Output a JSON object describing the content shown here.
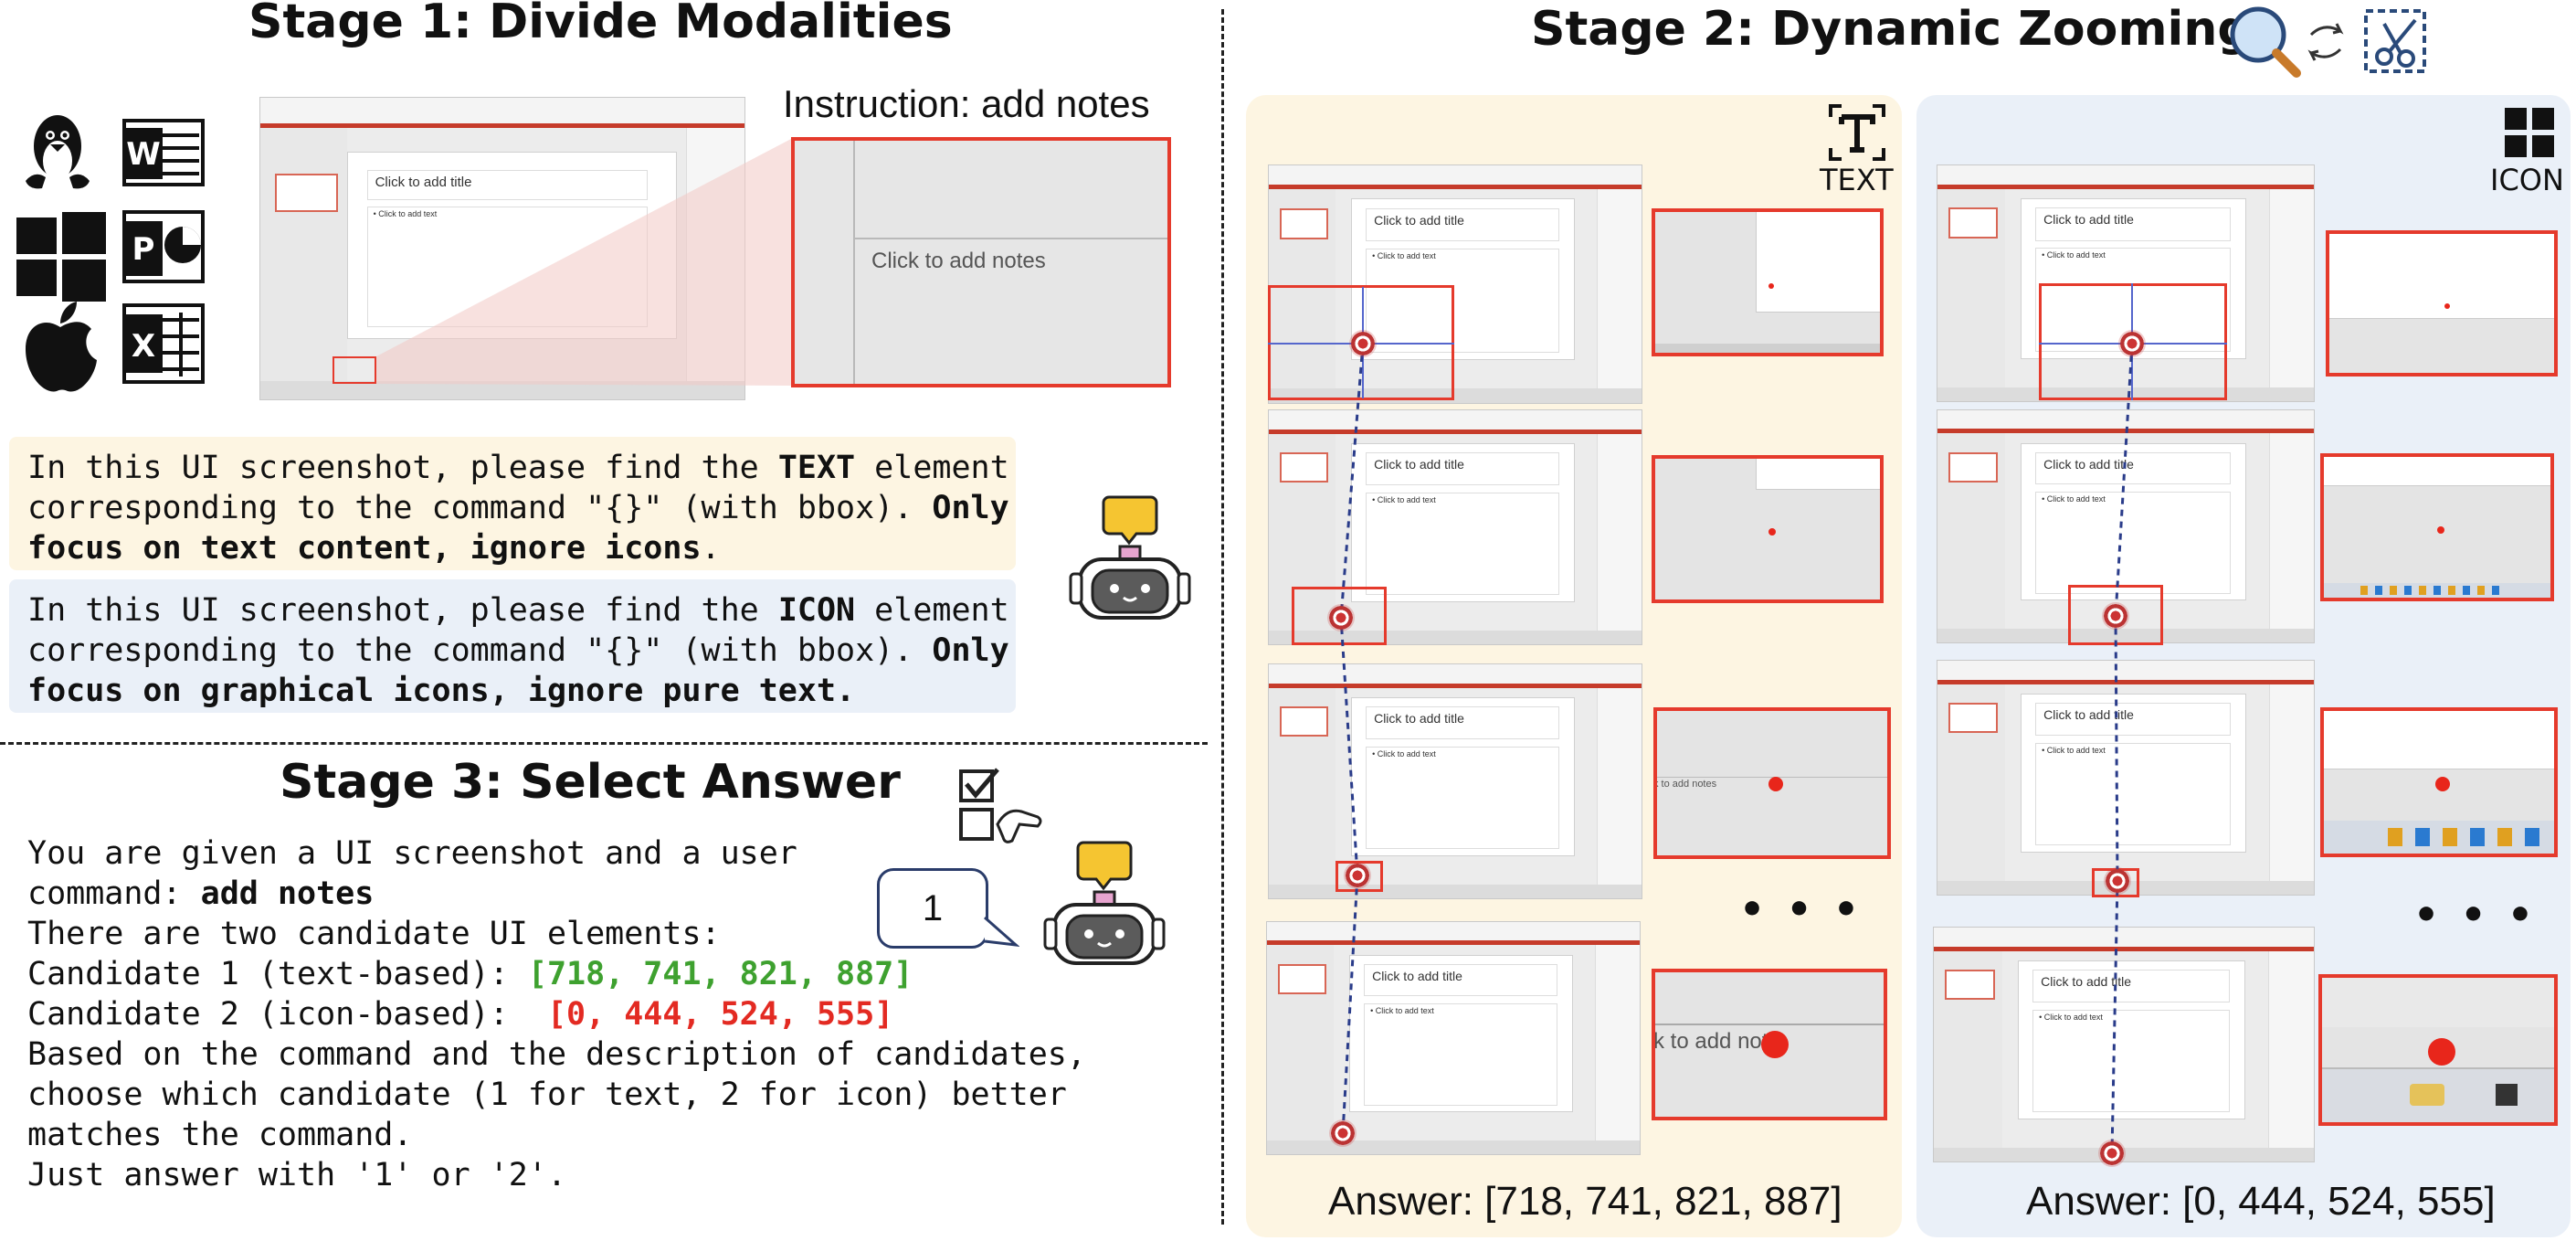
{
  "stage1": {
    "title": "Stage 1: Divide Modalities",
    "instruction": "Instruction: add notes",
    "crop_text": "Click to add notes",
    "slide_title": "Click to add title",
    "slide_body": "• Click to add text",
    "icons": [
      "linux-icon",
      "word-icon",
      "windows-icon",
      "powerpoint-icon",
      "apple-icon",
      "excel-icon"
    ]
  },
  "prompts": {
    "text": [
      "In this UI screenshot, please find the ",
      "TEXT",
      " element",
      "corresponding to the command \"{}\" (with bbox). ",
      "Only",
      "focus on text content, ignore icons",
      "."
    ],
    "icon": [
      "In this UI screenshot, please find the ",
      "ICON",
      " element",
      "corresponding to the command \"{}\" (with bbox). ",
      "Only",
      "focus on graphical icons, ignore pure text."
    ]
  },
  "stage2": {
    "title": "Stage 2: Dynamic Zooming",
    "text_label": "TEXT",
    "icon_label": "ICON",
    "ellipsis": "• • •",
    "crop_texts": [
      "k to add notes",
      "k to add not"
    ],
    "answer_text": "Answer: [718, 741, 821, 887]",
    "answer_icon": "Answer: [0, 444, 524, 555]"
  },
  "stage3": {
    "title": "Stage 3: Select Answer",
    "line1": "You are given a UI screenshot and a user",
    "line2_a": "command: ",
    "line2_b": "add notes",
    "line3": "There are two candidate UI elements:",
    "line4_a": "Candidate 1 (text-based): ",
    "line4_b": "[718, 741, 821, 887]",
    "line5_a": "Candidate 2 (icon-based):  ",
    "line5_b": "[0, 444, 524, 555]",
    "line6": "Based on the command and the description of candidates,",
    "line7": "choose which candidate (1 for text, 2 for icon) better",
    "line8": "matches the command.",
    "line9": "Just answer with '1' or '2'.",
    "bubble": "1"
  },
  "colors": {
    "accent_red": "#e53a2c",
    "text_panel": "#fdf5e2",
    "icon_panel": "#eaf0f8",
    "candidate1": "#3ea12f",
    "candidate2": "#e32a22"
  }
}
